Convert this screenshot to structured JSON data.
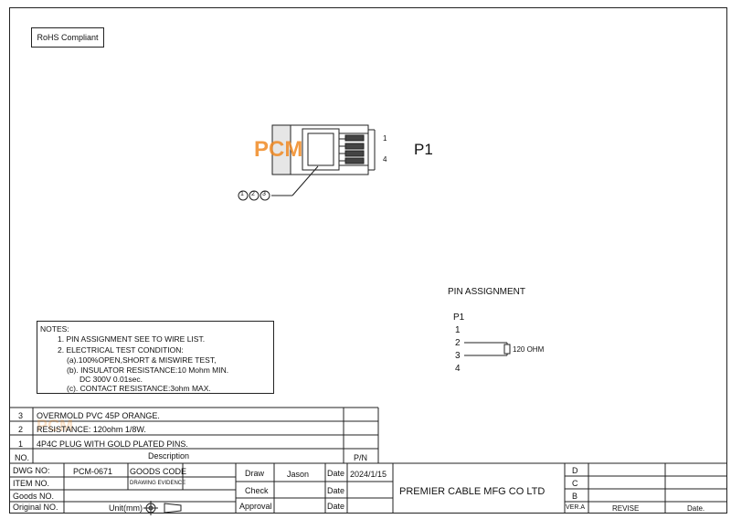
{
  "rohs": "RoHS Compliant",
  "connector": {
    "label": "P1",
    "pin_top": "1",
    "pin_bottom": "4",
    "callouts": [
      "1",
      "2",
      "3"
    ],
    "watermark": "PCM"
  },
  "pin_assignment": {
    "title": "PIN  ASSIGNMENT",
    "connector": "P1",
    "pins": [
      "1",
      "2",
      "3",
      "4"
    ],
    "resistor_label": "120 OHM"
  },
  "notes": {
    "title": "NOTES:",
    "lines": [
      "1. PIN ASSIGNMENT SEE TO WIRE LIST.",
      "2. ELECTRICAL TEST CONDITION:",
      "(a).100%OPEN,SHORT & MISWIRE TEST,",
      "(b). INSULATOR RESISTANCE:10 Mohm MIN.",
      "DC 300V 0.01sec.",
      "(c). CONTACT RESISTANCE:3ohm MAX."
    ]
  },
  "parts": {
    "rows": [
      {
        "no": "3",
        "description": "OVERMOLD PVC 45P ORANGE."
      },
      {
        "no": "2",
        "description": "RESISTANCE: 120ohm 1/8W."
      },
      {
        "no": "1",
        "description": "4P4C PLUG WITH GOLD PLATED PINS."
      }
    ],
    "header_no": "NO.",
    "header_desc": "Description",
    "header_pn": "P/N"
  },
  "title_block": {
    "dwg_no_label": "DWG NO:",
    "dwg_no": "PCM-0671",
    "goods_code_label": "GOODS CODE",
    "item_no_label": "ITEM NO.",
    "drawing_evidence": "DRAWING EVIDENCE",
    "goods_no_label": "Goods NO.",
    "original_no_label": "Original NO.",
    "unit_label": "Unit(mm)",
    "draw_label": "Draw",
    "draw_name": "Jason",
    "date_label": "Date",
    "draw_date": "2024/1/15",
    "check_label": "Check",
    "approval_label": "Approval",
    "company": "PREMIER CABLE MFG CO LTD",
    "revisions": [
      "D",
      "C",
      "B"
    ],
    "ver_label": "VER.A",
    "revise_label": "REVISE",
    "rev_date_label": "Date."
  },
  "colors": {
    "line": "#222222",
    "watermark": "#f08a24"
  }
}
